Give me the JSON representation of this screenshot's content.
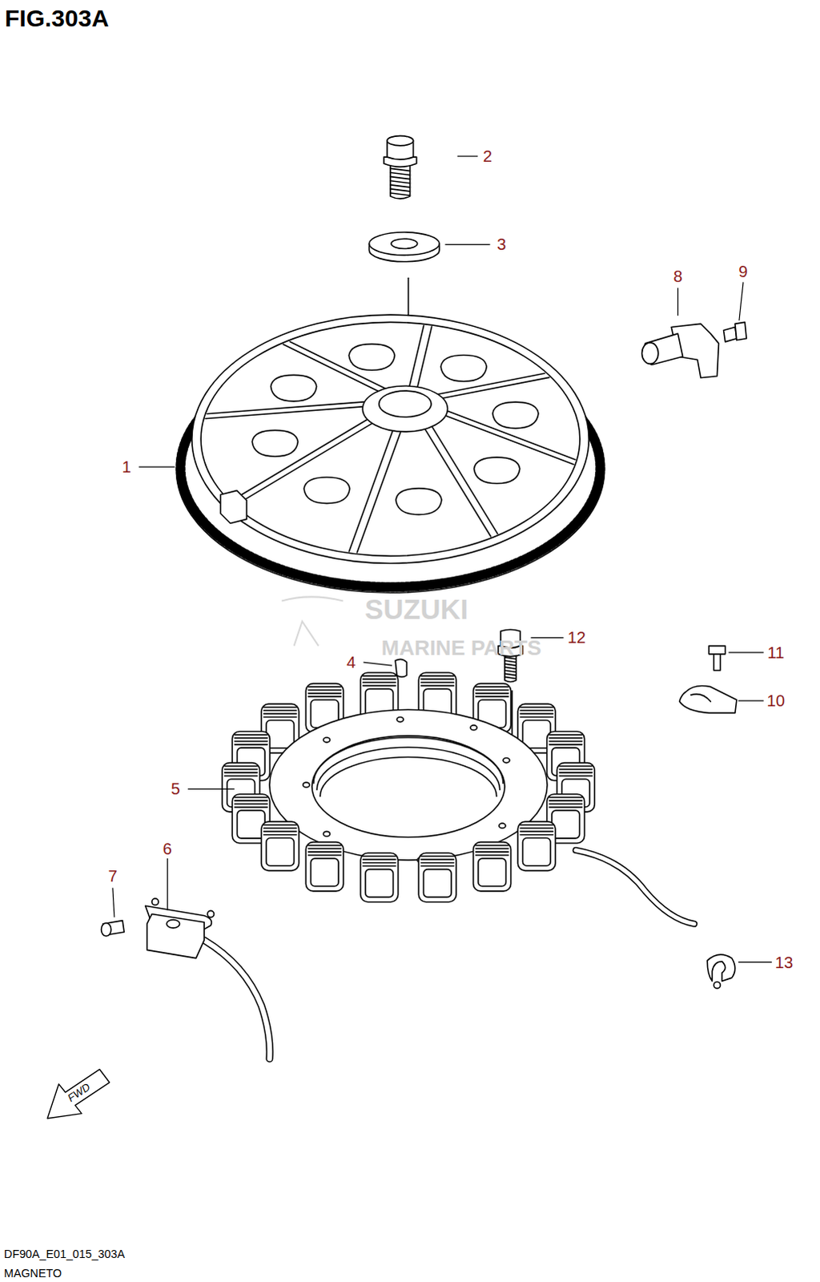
{
  "diagram": {
    "title": "FIG.303A",
    "labels": [
      "2",
      "3",
      "8",
      "9",
      "1",
      "12",
      "4",
      "11",
      "10",
      "5",
      "6",
      "7",
      "13",
      "SUZUKI",
      "MARINE PARTS",
      "FWD",
      "DF90A_E01_015_303A",
      "MAGNETO"
    ]
  }
}
